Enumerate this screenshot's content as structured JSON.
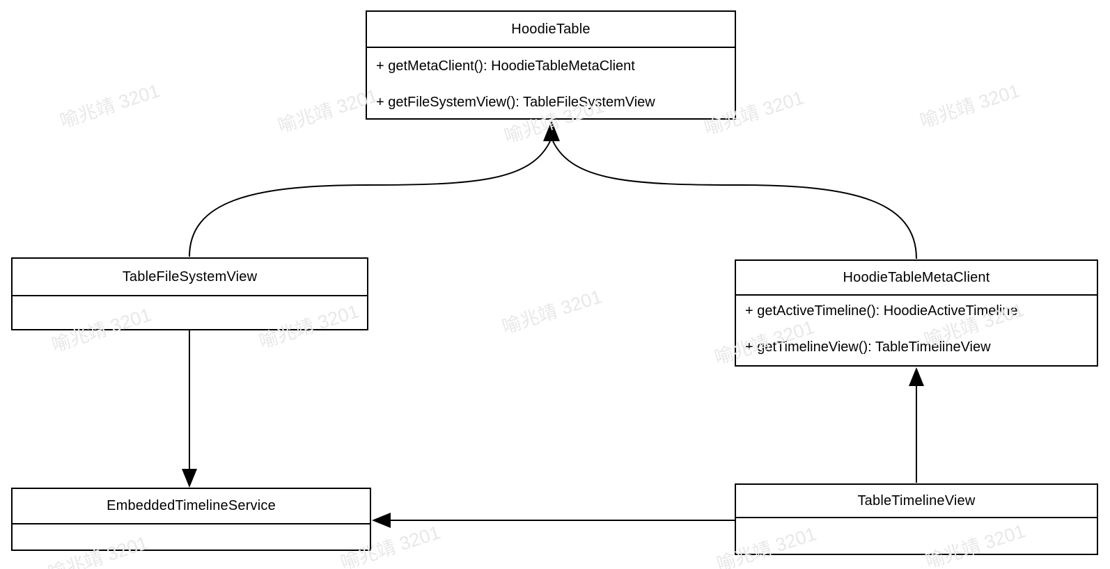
{
  "diagram": {
    "type": "uml-class-diagram",
    "classes": [
      {
        "name": "HoodieTable",
        "methods": [
          "+ getMetaClient(): HoodieTableMetaClient",
          "+ getFileSystemView(): TableFileSystemView"
        ]
      },
      {
        "name": "TableFileSystemView",
        "methods": []
      },
      {
        "name": "HoodieTableMetaClient",
        "methods": [
          "+ getActiveTimeline(): HoodieActiveTimeline",
          "+ getTimelineView(): TableTimelineView"
        ]
      },
      {
        "name": "EmbeddedTimelineService",
        "methods": []
      },
      {
        "name": "TableTimelineView",
        "methods": []
      }
    ],
    "relations": [
      {
        "from": "TableFileSystemView",
        "to": "HoodieTable",
        "style": "curved-line-shared-arrowhead"
      },
      {
        "from": "HoodieTableMetaClient",
        "to": "HoodieTable",
        "style": "curved-line-shared-arrowhead"
      },
      {
        "from": "TableFileSystemView",
        "to": "EmbeddedTimelineService",
        "style": "straight-arrow-down"
      },
      {
        "from": "TableTimelineView",
        "to": "HoodieTableMetaClient",
        "style": "straight-arrow-up"
      },
      {
        "from": "TableTimelineView",
        "to": "EmbeddedTimelineService",
        "style": "straight-arrow-left"
      }
    ]
  },
  "watermark": {
    "text": "喻兆靖 3201",
    "color": "#e8e8e8"
  },
  "colors": {
    "line": "#000000",
    "background": "#ffffff",
    "box_fill": "#ffffff"
  }
}
